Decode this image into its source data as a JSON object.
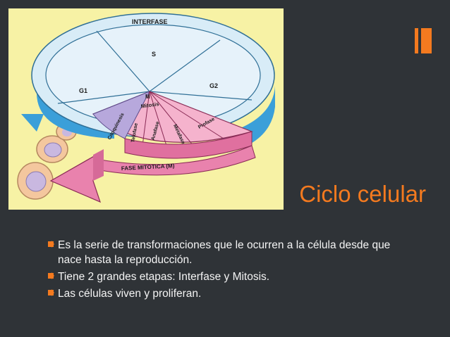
{
  "slide": {
    "title": "Ciclo celular",
    "bullets": [
      "Es la serie de transformaciones que le ocurren a la célula desde que nace hasta la reproducción.",
      "Tiene 2 grandes etapas: Interfase y Mitosis.",
      "Las células viven y proliferan."
    ]
  },
  "diagram": {
    "interfase_label": "INTERFASE",
    "s_label": "S",
    "g1_label": "G1",
    "g2_label": "G2",
    "m_label": "M",
    "mitosis_label": "Mitosis",
    "profase_label": "Profase",
    "metafase_label": "Metafase",
    "anafase_label": "Anafase",
    "telofase_label": "Telofase",
    "citoquinesis_label": "Citoquinesis",
    "fase_mitotica_label": "FASE MITOTICA (M)"
  },
  "colors": {
    "background": "#2f3337",
    "title": "#f47a1f",
    "bullet_marker": "#f47a1f",
    "text": "#f4f4f4",
    "image_background": "#f7f2a5",
    "interfase_disk": "#cfe6f5",
    "interfase_rim": "#3b9fd9",
    "mitosis_pink": "#f2a0c0",
    "citoquinesis_purple": "#b7a8dc"
  },
  "icons": [
    "orange-bar-decoration",
    "square-bullet-icon"
  ]
}
